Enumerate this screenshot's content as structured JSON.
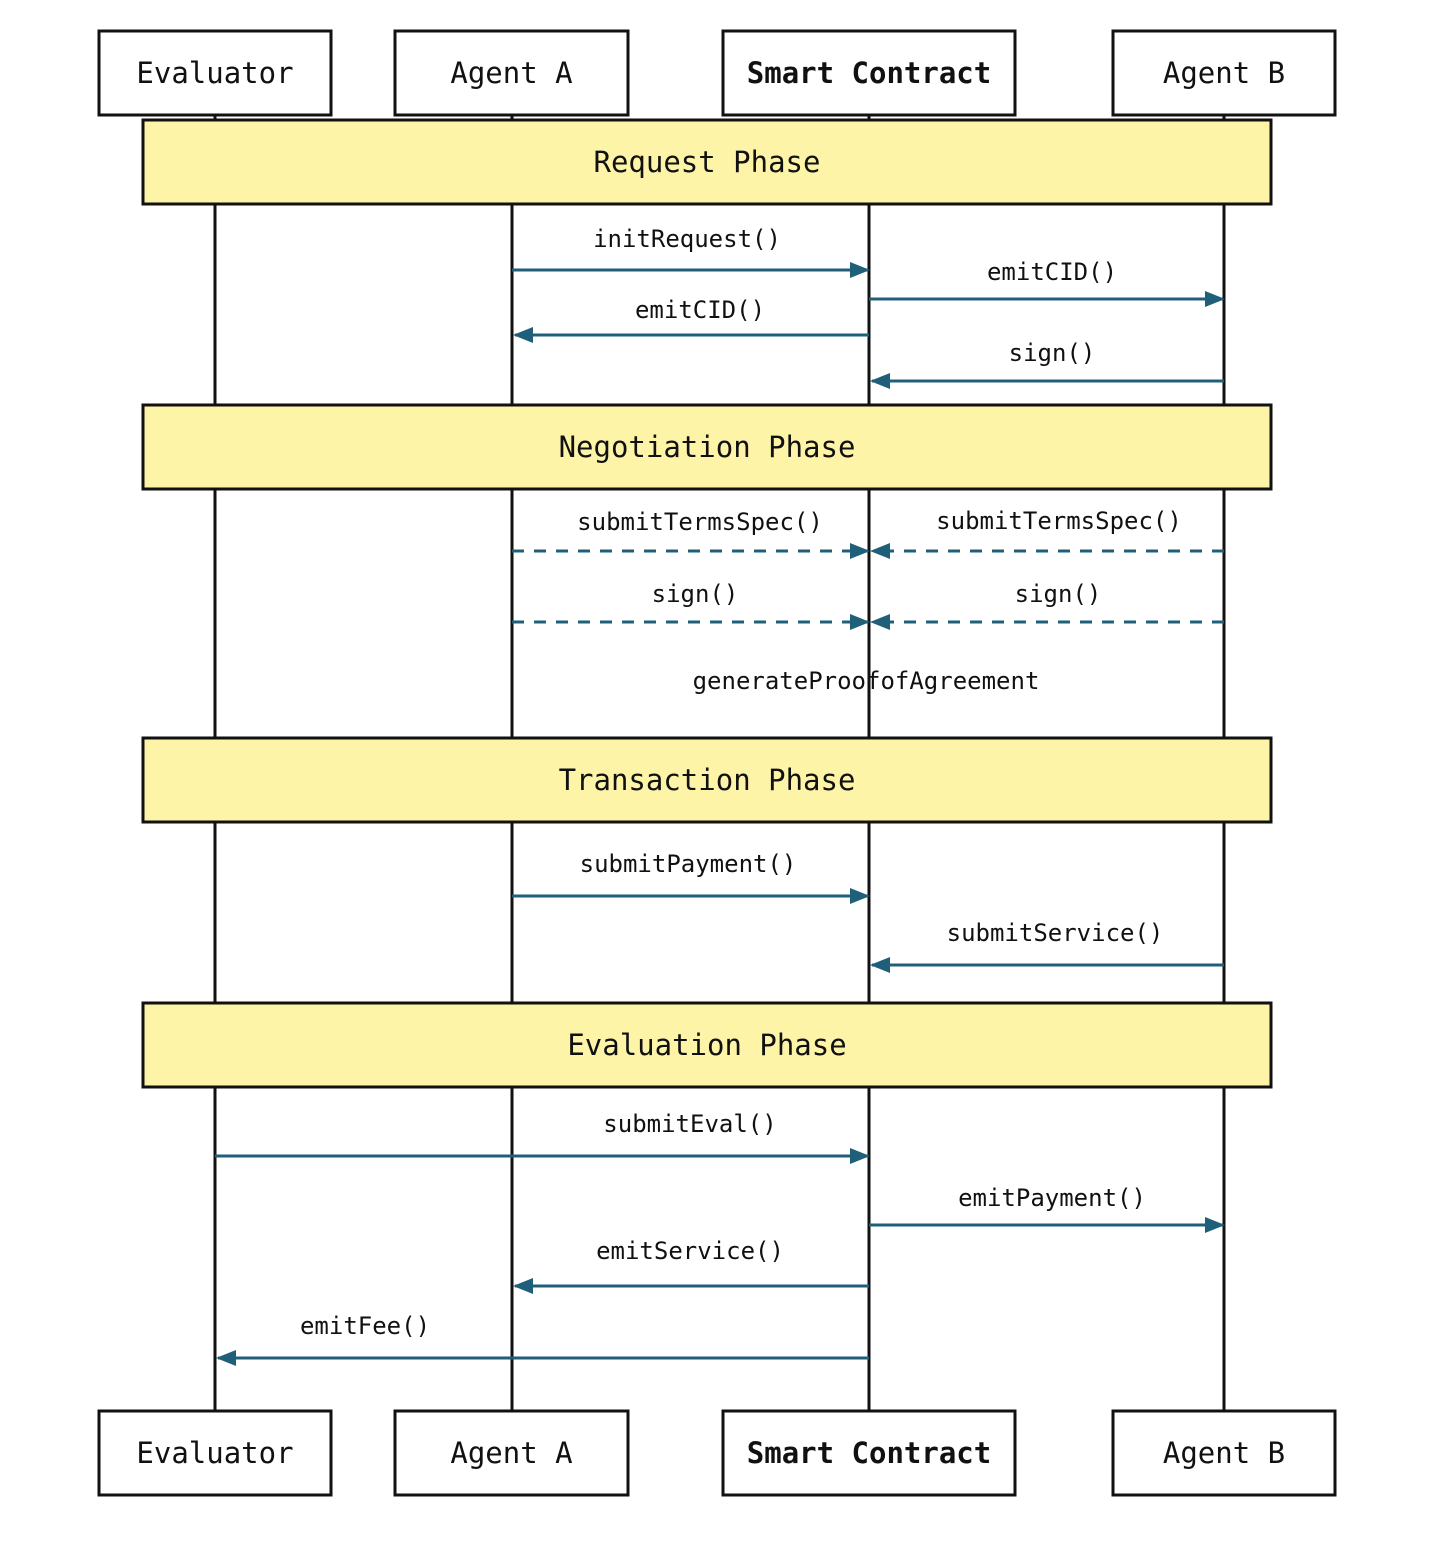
{
  "colors": {
    "phase_fill": "#fdf4a8",
    "arrow": "#1f5f7a",
    "line": "#111111"
  },
  "actors": [
    {
      "id": "evaluator",
      "label": "Evaluator",
      "bold": false
    },
    {
      "id": "agent_a",
      "label": "Agent A",
      "bold": false
    },
    {
      "id": "smart_contract",
      "label": "Smart Contract",
      "bold": true
    },
    {
      "id": "agent_b",
      "label": "Agent B",
      "bold": false
    }
  ],
  "phases": [
    {
      "label": "Request Phase"
    },
    {
      "label": "Negotiation Phase"
    },
    {
      "label": "Transaction Phase"
    },
    {
      "label": "Evaluation Phase"
    }
  ],
  "messages": [
    {
      "label": "initRequest()",
      "from": "agent_a",
      "to": "smart_contract",
      "style": "solid"
    },
    {
      "label": "emitCID()",
      "from": "smart_contract",
      "to": "agent_b",
      "style": "solid"
    },
    {
      "label": "emitCID()",
      "from": "smart_contract",
      "to": "agent_a",
      "style": "solid"
    },
    {
      "label": "sign()",
      "from": "agent_b",
      "to": "smart_contract",
      "style": "solid"
    },
    {
      "label": "submitTermsSpec()",
      "from": "agent_a",
      "to": "smart_contract",
      "style": "dashed"
    },
    {
      "label": "submitTermsSpec()",
      "from": "agent_b",
      "to": "smart_contract",
      "style": "dashed"
    },
    {
      "label": "sign()",
      "from": "agent_a",
      "to": "smart_contract",
      "style": "dashed"
    },
    {
      "label": "sign()",
      "from": "agent_b",
      "to": "smart_contract",
      "style": "dashed"
    },
    {
      "label": "submitPayment()",
      "from": "agent_a",
      "to": "smart_contract",
      "style": "solid"
    },
    {
      "label": "submitService()",
      "from": "agent_b",
      "to": "smart_contract",
      "style": "solid"
    },
    {
      "label": "submitEval()",
      "from": "evaluator",
      "to": "smart_contract",
      "style": "solid"
    },
    {
      "label": "emitPayment()",
      "from": "smart_contract",
      "to": "agent_b",
      "style": "solid"
    },
    {
      "label": "emitService()",
      "from": "smart_contract",
      "to": "agent_a",
      "style": "solid"
    },
    {
      "label": "emitFee()",
      "from": "smart_contract",
      "to": "evaluator",
      "style": "solid"
    }
  ],
  "notes": [
    {
      "label": "generateProofofAgreement"
    }
  ]
}
